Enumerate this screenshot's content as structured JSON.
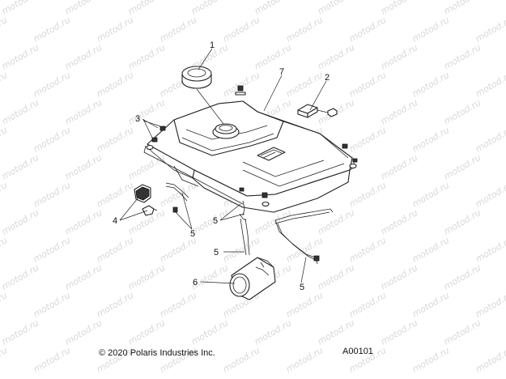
{
  "watermark": {
    "text": "motod.ru"
  },
  "callouts": [
    {
      "id": "callout-1-top",
      "label": "1"
    },
    {
      "id": "callout-7",
      "label": "7"
    },
    {
      "id": "callout-2",
      "label": "2"
    },
    {
      "id": "callout-3",
      "label": "3"
    },
    {
      "id": "callout-4",
      "label": "4"
    },
    {
      "id": "callout-5-left",
      "label": "5"
    },
    {
      "id": "callout-5-center",
      "label": "5"
    },
    {
      "id": "callout-5-mid",
      "label": "5"
    },
    {
      "id": "callout-5-right",
      "label": "5"
    },
    {
      "id": "callout-6",
      "label": "6"
    }
  ],
  "footer": {
    "copyright": "© 2020 Polaris Industries Inc.",
    "figure_id": "A00101"
  }
}
